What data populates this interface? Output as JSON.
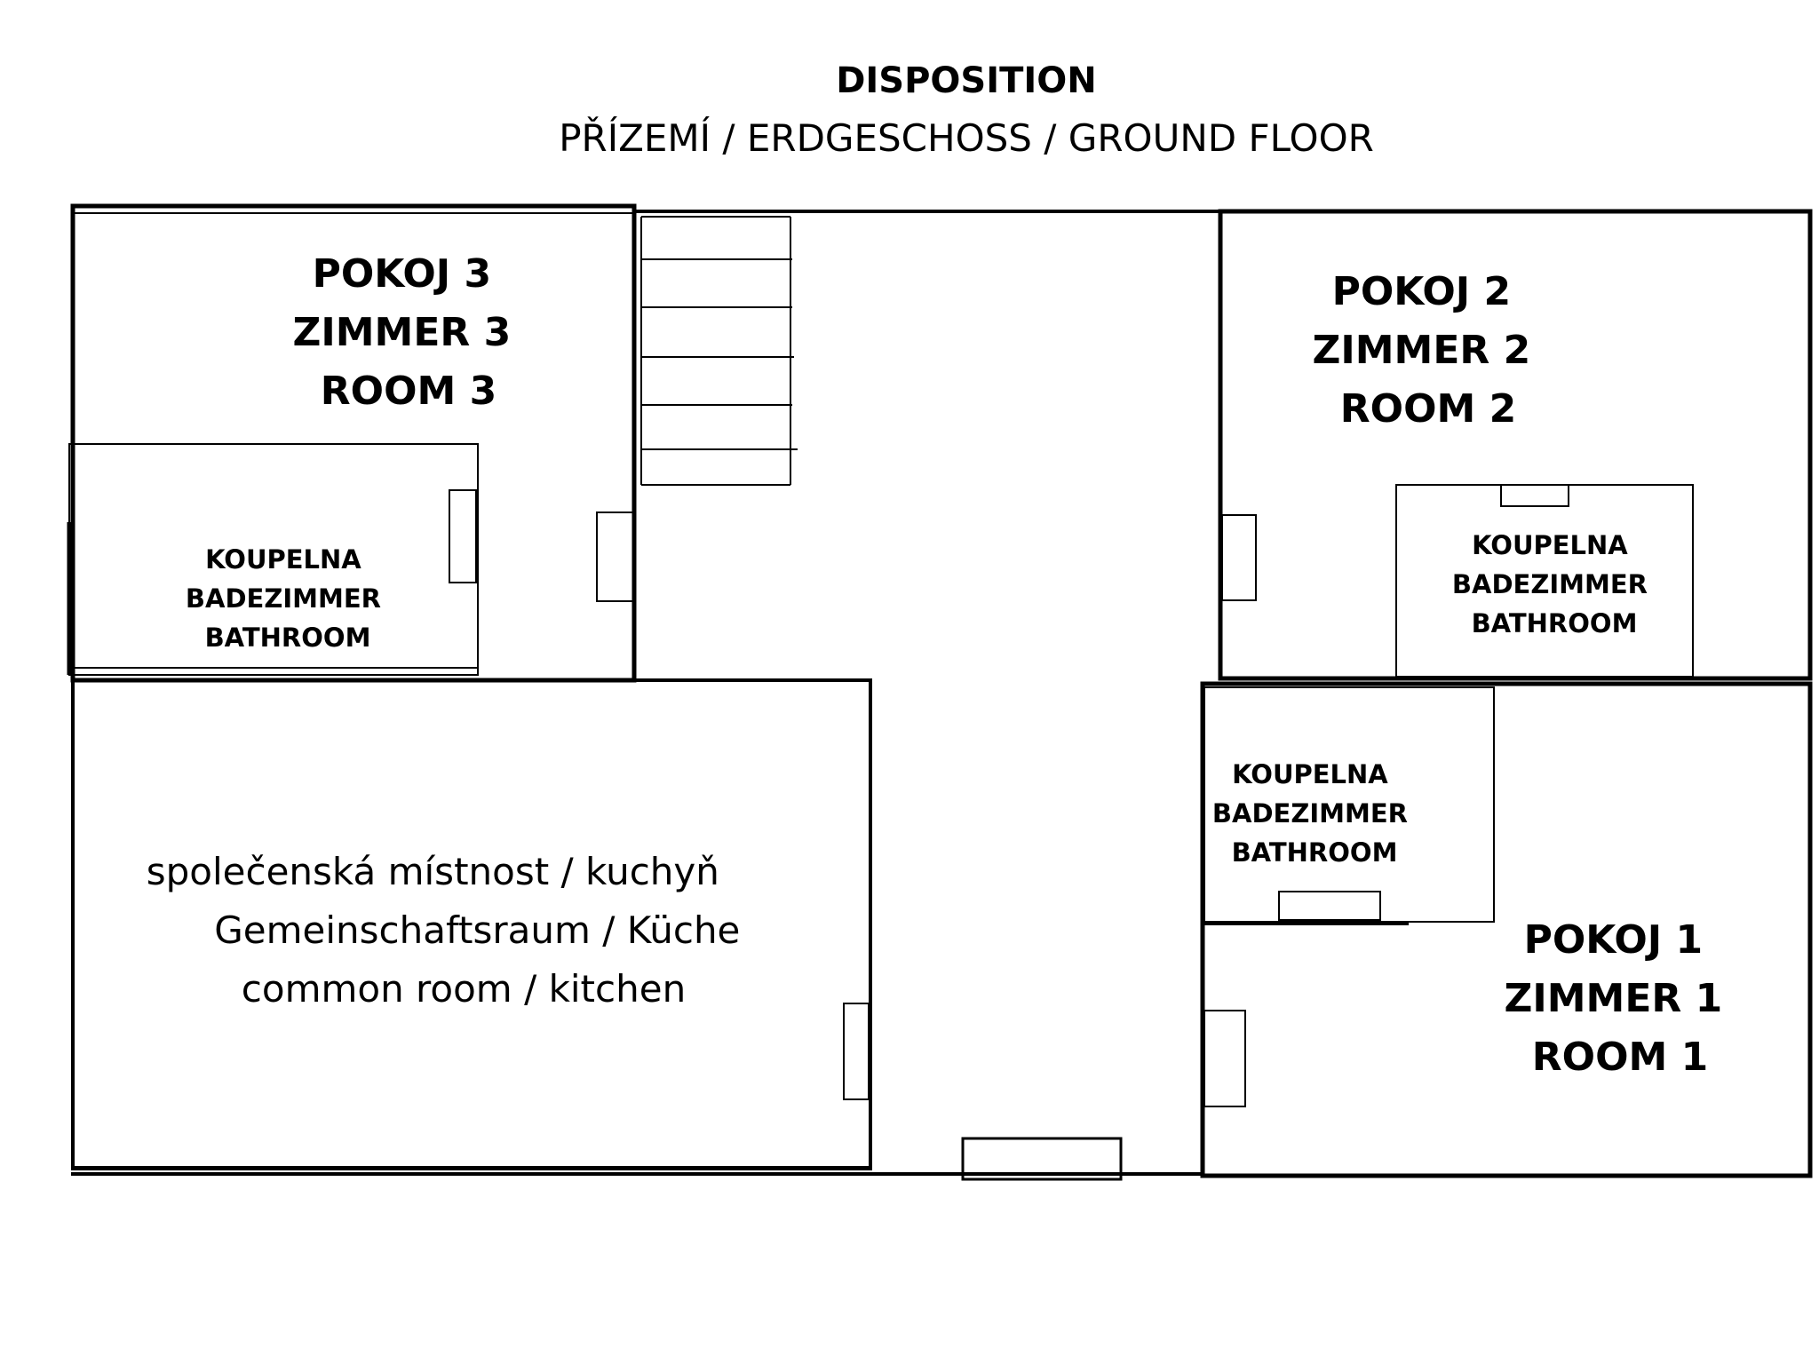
{
  "header": {
    "title": "DISPOSITION",
    "subtitle": "PŘÍZEMÍ / ERDGESCHOSS / GROUND FLOOR"
  },
  "rooms": {
    "room3": [
      "POKOJ 3",
      "ZIMMER 3",
      "ROOM 3"
    ],
    "room2": [
      "POKOJ 2",
      "ZIMMER 2",
      "ROOM 2"
    ],
    "room1": [
      "POKOJ 1",
      "ZIMMER 1",
      "ROOM 1"
    ],
    "bathroom": [
      "KOUPELNA",
      "BADEZIMMER",
      "BATHROOM"
    ],
    "common": [
      "společenská místnost / kuchyň",
      "Gemeinschaftsraum / Küche",
      "common room / kitchen"
    ]
  }
}
